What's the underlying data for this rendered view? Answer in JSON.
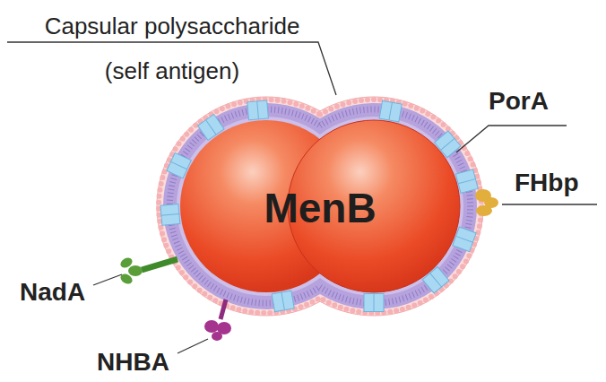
{
  "diagram": {
    "nodes": [
      {
        "text": [
          "MenB"
        ]
      }
    ],
    "labels": [
      "Capsular polysaccharide (self antigen)",
      "PorA",
      "FHbp",
      "NadA",
      "NHBA"
    ]
  }
}
